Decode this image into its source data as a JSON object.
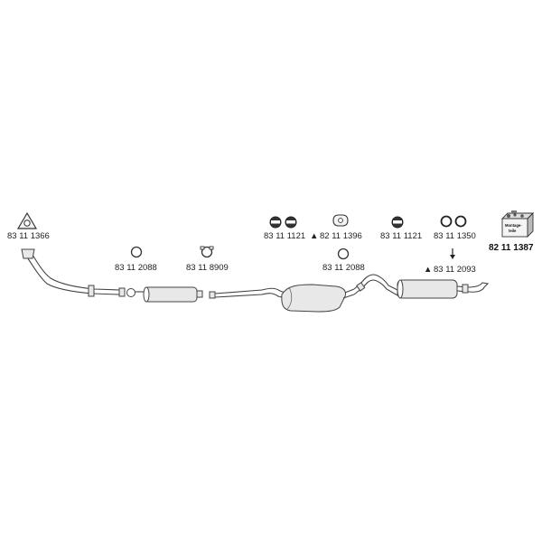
{
  "parts": {
    "flange_front": {
      "number": "83 11 1366",
      "icon": "triangle-flange-icon"
    },
    "gasket_ring_1": {
      "number": "83 11 2088",
      "icon": "ring-gasket-icon"
    },
    "clamp_1": {
      "number": "83 11 8909",
      "icon": "pipe-clamp-icon"
    },
    "rubber_mounts_1": {
      "number": "83 11 1121",
      "icon": "rubber-mount-icon"
    },
    "bracket_1396": {
      "number": "82 11 1396",
      "marker": "▲",
      "icon": "bracket-icon"
    },
    "gasket_ring_2": {
      "number": "83 11 2088",
      "icon": "ring-gasket-icon"
    },
    "rubber_mount_2": {
      "number": "83 11 1121",
      "icon": "rubber-mount-icon"
    },
    "rings_1350": {
      "number": "83 11 1350",
      "icon": "o-ring-icon"
    },
    "rear_part_2093": {
      "number": "83 11 2093",
      "marker": "▲",
      "icon": "down-arrow-icon"
    },
    "mounting_kit": {
      "number": "82 11 1387",
      "box_text": [
        "Montage-",
        "teile"
      ],
      "icon": "mounting-kit-box-icon"
    }
  }
}
